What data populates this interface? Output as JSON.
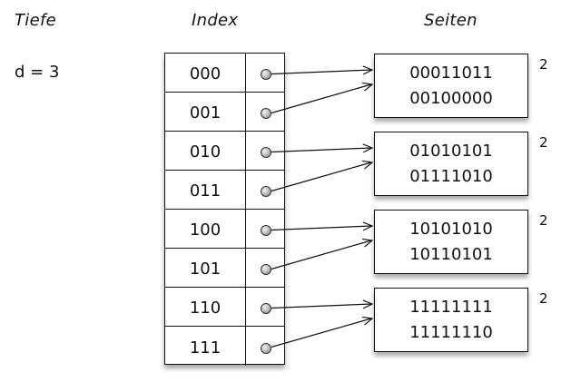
{
  "headers": {
    "depth": "Tiefe",
    "index": "Index",
    "pages": "Seiten"
  },
  "global_depth_label": "d = 3",
  "index_entries": [
    {
      "key": "000",
      "page": 0
    },
    {
      "key": "001",
      "page": 0
    },
    {
      "key": "010",
      "page": 1
    },
    {
      "key": "011",
      "page": 1
    },
    {
      "key": "100",
      "page": 2
    },
    {
      "key": "101",
      "page": 2
    },
    {
      "key": "110",
      "page": 3
    },
    {
      "key": "111",
      "page": 3
    }
  ],
  "pages": [
    {
      "entries": [
        "00011011",
        "00100000"
      ],
      "local_depth": "2"
    },
    {
      "entries": [
        "01010101",
        "01111010"
      ],
      "local_depth": "2"
    },
    {
      "entries": [
        "10101010",
        "10110101"
      ],
      "local_depth": "2"
    },
    {
      "entries": [
        "11111111",
        "11111110"
      ],
      "local_depth": "2"
    }
  ]
}
